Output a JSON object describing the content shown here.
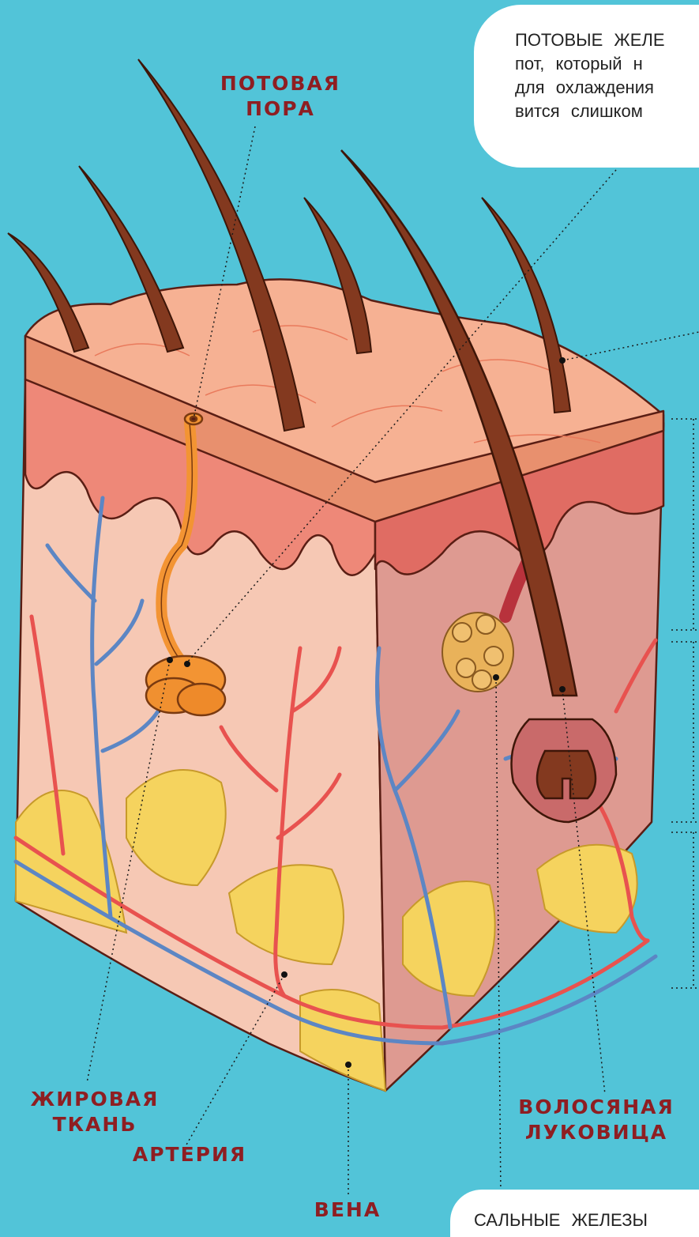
{
  "labels": {
    "sweat_pore": [
      "ПОТОВАЯ",
      "ПОРА"
    ],
    "fat_tissue": [
      "ЖИРОВАЯ",
      "ТКАНЬ"
    ],
    "artery": "АРТЕРИЯ",
    "vein": "ВЕНА",
    "hair_bulb": [
      "ВОЛОСЯНАЯ",
      "ЛУКОВИЦА"
    ]
  },
  "callouts": {
    "sweat_glands": [
      "ПОТОВЫЕ ЖЕЛЕ",
      "пот, который н",
      "для охлаждения",
      "вится слишком"
    ],
    "sebaceous_glands": [
      "САЛЬНЫЕ ЖЕЛЕЗЫ"
    ]
  },
  "colors": {
    "background": "#52C4D8",
    "label": "#8E1E22",
    "artery": "#E8524F",
    "vein": "#5C86C4",
    "sweat_gland": "#F39433",
    "hair": "#83391F",
    "fat": "#F5D35E"
  }
}
